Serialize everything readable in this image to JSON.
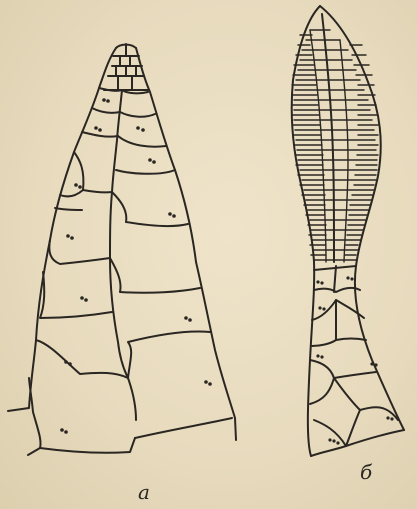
{
  "figure": {
    "panels": [
      {
        "id": "a",
        "label": "a"
      },
      {
        "id": "b",
        "label": "б"
      }
    ]
  }
}
